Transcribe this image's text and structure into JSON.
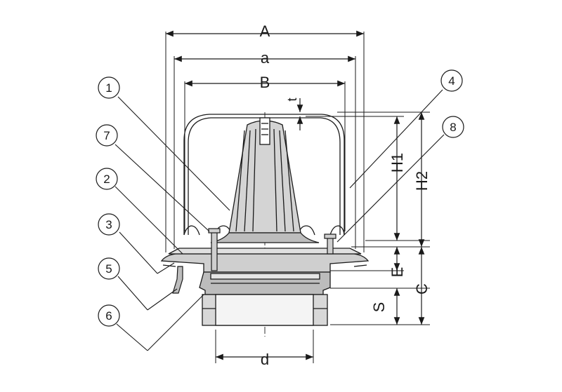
{
  "dimensions": {
    "A": "A",
    "a": "a",
    "B": "B",
    "t": "t",
    "H1": "H1",
    "H2": "H2",
    "E": "E",
    "C": "C",
    "S": "S",
    "d": "d"
  },
  "callouts": [
    "1",
    "7",
    "2",
    "3",
    "5",
    "6",
    "4",
    "8"
  ],
  "colors": {
    "line": "#1a1a1a",
    "metal": "#cfcfcf",
    "metal_dark": "#a9a9a9",
    "background": "#ffffff"
  }
}
